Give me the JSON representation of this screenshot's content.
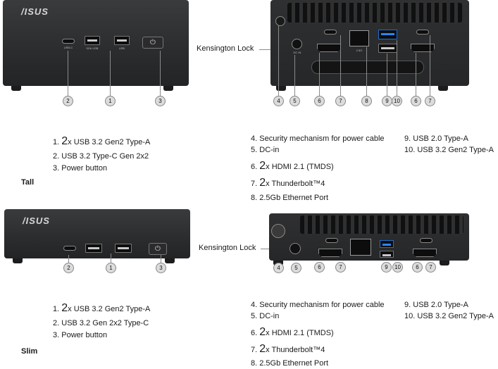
{
  "brand": "/ISUS",
  "kensington_label": "Kensington Lock",
  "tall": {
    "label": "Tall",
    "front_callouts": [
      "2",
      "1",
      "3"
    ],
    "back_callouts": [
      "4",
      "5",
      "6",
      "7",
      "8",
      "9",
      "10",
      "6",
      "7"
    ],
    "front_port_marks": [
      "USB-C",
      "5Gb USB",
      "USB"
    ],
    "back_port_marks": [
      "DC IN",
      "HDMI",
      "2.5G",
      "USB",
      "USB",
      "HDMI"
    ],
    "left_list": [
      {
        "num": "1.",
        "big": "2",
        "text": "x USB 3.2 Gen2 Type-A"
      },
      {
        "num": "2.",
        "big": "",
        "text": "USB 3.2 Type-C Gen 2x2"
      },
      {
        "num": "3.",
        "big": "",
        "text": "Power button"
      }
    ],
    "mid_list": [
      {
        "num": "4.",
        "big": "",
        "text": "Security mechanism for power cable"
      },
      {
        "num": "5.",
        "big": "",
        "text": "DC-in"
      },
      {
        "num": "6.",
        "big": "2",
        "text": "x HDMI 2.1 (TMDS)"
      },
      {
        "num": "7.",
        "big": "2",
        "text": "x Thunderbolt™4"
      },
      {
        "num": "8.",
        "big": "",
        "text": "2.5Gb Ethernet Port"
      }
    ],
    "right_list": [
      {
        "num": "9.",
        "text": "USB 2.0 Type-A"
      },
      {
        "num": "10.",
        "text": "USB 3.2 Gen2 Type-A"
      }
    ]
  },
  "slim": {
    "label": "Slim",
    "front_callouts": [
      "2",
      "1",
      "3"
    ],
    "back_callouts": [
      "4",
      "5",
      "6",
      "7",
      "9",
      "10",
      "6",
      "7"
    ],
    "left_list": [
      {
        "num": "1.",
        "big": "2",
        "text": "x USB 3.2 Gen2 Type-A"
      },
      {
        "num": "2.",
        "big": "",
        "text": "USB 3.2 Gen 2x2 Type-C"
      },
      {
        "num": "3.",
        "big": "",
        "text": "Power button"
      }
    ],
    "mid_list": [
      {
        "num": "4.",
        "big": "",
        "text": "Security mechanism for power cable"
      },
      {
        "num": "5.",
        "big": "",
        "text": "DC-in"
      },
      {
        "num": "6.",
        "big": "2",
        "text": "x HDMI 2.1 (TMDS)"
      },
      {
        "num": "7.",
        "big": "2",
        "text": "x Thunderbolt™4"
      },
      {
        "num": "8.",
        "big": "",
        "text": "2.5Gb Ethernet Port"
      }
    ],
    "right_list": [
      {
        "num": "9.",
        "text": "USB 2.0 Type-A"
      },
      {
        "num": "10.",
        "text": "USB 3.2 Gen2 Type-A"
      }
    ]
  }
}
